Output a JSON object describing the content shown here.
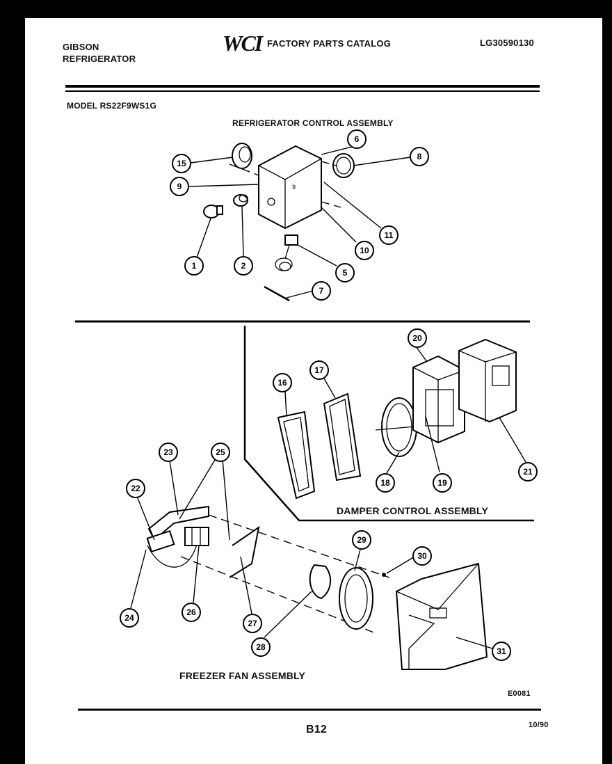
{
  "header": {
    "brand_line1": "GIBSON",
    "brand_line2": "REFRIGERATOR",
    "logo": "WCI",
    "catalog_title": "FACTORY PARTS CATALOG",
    "catalog_code": "LG30590130",
    "model": "MODEL RS22F9WS1G"
  },
  "sections": {
    "refrigerator_control": "REFRIGERATOR CONTROL ASSEMBLY",
    "damper_control": "DAMPER CONTROL ASSEMBLY",
    "freezer_fan": "FREEZER FAN ASSEMBLY"
  },
  "callouts": {
    "c1": "1",
    "c2": "2",
    "c5": "5",
    "c6": "6",
    "c7": "7",
    "c8": "8",
    "c9": "9",
    "c10": "10",
    "c11": "11",
    "c15": "15",
    "c16": "16",
    "c17": "17",
    "c18": "18",
    "c19": "19",
    "c20": "20",
    "c21": "21",
    "c22": "22",
    "c23": "23",
    "c24": "24",
    "c25": "25",
    "c26": "26",
    "c27": "27",
    "c28": "28",
    "c29": "29",
    "c30": "30",
    "c31": "31"
  },
  "footer": {
    "drawing_code": "E0081",
    "page_number": "B12",
    "date": "10/90"
  }
}
